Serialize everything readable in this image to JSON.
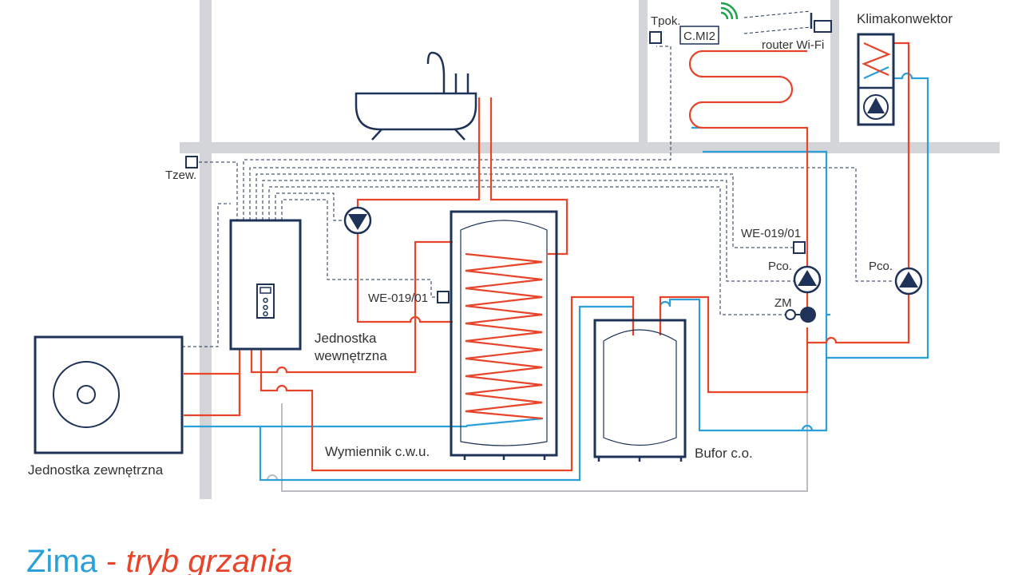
{
  "labels": {
    "outdoor_unit": "Jednostka zewnętrzna",
    "indoor_unit_line1": "Jednostka",
    "indoor_unit_line2": "wewnętrzna",
    "dhw_exchanger": "Wymiennik c.w.u.",
    "buffer": "Bufor c.o.",
    "fan_coil": "Klimakonwektor",
    "router": "router Wi-Fi",
    "room_temp": "Tpok.",
    "controller": "C.MI2",
    "outdoor_temp": "Tzew.",
    "sensor_tank": "WE-019/01",
    "sensor_circuit": "WE-019/01",
    "pump_floor": "Pco.",
    "pump_fancoil": "Pco.",
    "mixing_valve": "ZM"
  },
  "footer": {
    "title": "Zima",
    "separator": " - ",
    "subtitle": "tryb grzania"
  },
  "colors": {
    "hot_pipe": "#e8442a",
    "cold_pipe": "#2a9fd8",
    "device_outline": "#1e3357",
    "wall": "#d3d5d8",
    "wifi_signal": "#1fa24a",
    "title_blue": "#2a9fd8",
    "subtitle_red": "#e8442a"
  }
}
